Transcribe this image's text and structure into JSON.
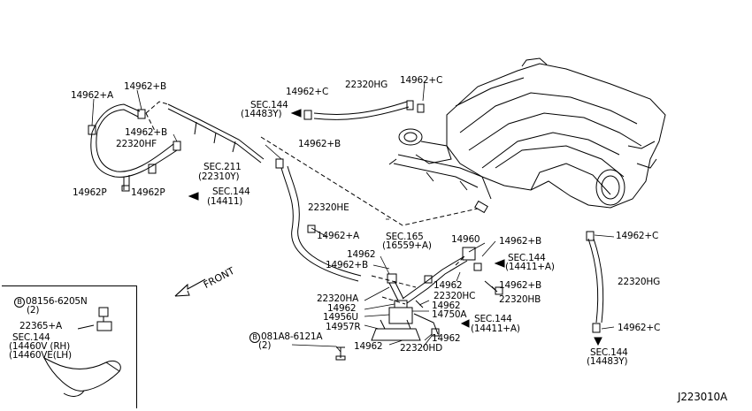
{
  "reference_code": "J223010A",
  "front_label": "FRONT",
  "labels": {
    "a": "14962+A",
    "b": "14962+B",
    "c": "14962+B",
    "d": "22320HF",
    "e": "14962P",
    "f": "14962P",
    "g": "SEC.211",
    "h": "(22310Y)",
    "i": "SEC.144",
    "j": "(14411)",
    "k": "14962+C",
    "l": "22320HG",
    "m": "14962+C",
    "n": "SEC.144",
    "o": "(14483Y)",
    "p": "14962+B",
    "q": "22320HE",
    "r": "14962+A",
    "s": "SEC.165",
    "t": "(16559+A)",
    "u": "14960",
    "v": "14962+B",
    "w": "14962",
    "x": "14962+B",
    "y": "SEC.144",
    "z": "(14411+A)",
    "aa": "14962",
    "ab": "14962+B",
    "ac": "22320HC",
    "ad": "22320HB",
    "ae": "22320HA",
    "af": "14962",
    "ag": "14962",
    "ah": "14750A",
    "ai": "14956U",
    "aj": "SEC.144",
    "ak": "(14411+A)",
    "al": "14957R",
    "am": "14962",
    "an": "081A8-6121A",
    "ao": "(2)",
    "ap": "14962",
    "aq": "22320HD",
    "ar": "14962+C",
    "as": "22320HG",
    "at": "14962+C",
    "au": "SEC.144",
    "av": "(14483Y)"
  },
  "inset": {
    "bolt_part": "08156-6205N",
    "bolt_qty": "(2)",
    "sensor_part": "22365+A",
    "sec": "SEC.144",
    "rh": "(14460V (RH)",
    "lh": "(14460VE(LH)"
  },
  "circle_mark": "B"
}
